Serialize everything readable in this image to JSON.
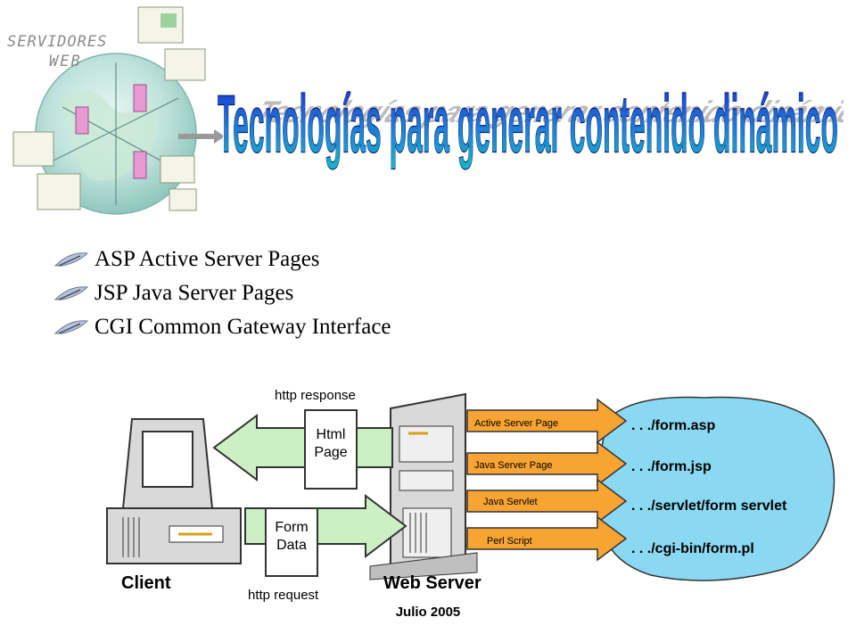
{
  "logo": {
    "line1": "SERVIDORES",
    "line2": "WEB",
    "icon": "globe-network-icon"
  },
  "title": "Tecnologías para generar contenido dinámico",
  "bullets": [
    {
      "text": "ASP Active Server Pages",
      "icon": "feather-bullet-icon"
    },
    {
      "text": "JSP Java Server Pages",
      "icon": "feather-bullet-icon"
    },
    {
      "text": "CGI Common Gateway Interface",
      "icon": "feather-bullet-icon"
    }
  ],
  "diagram": {
    "http_response": "http response",
    "http_request": "http request",
    "html_page": [
      "Html",
      "Page"
    ],
    "form_data": [
      "Form",
      "Data"
    ],
    "client": "Client",
    "web_server": "Web Server",
    "technologies": [
      {
        "label": "Active Server Page",
        "path": ". . ./form.asp"
      },
      {
        "label": "Java Server Page",
        "path": ". . ./form.jsp"
      },
      {
        "label": "Java Servlet",
        "path": ". . ./servlet/form servlet"
      },
      {
        "label": "Perl Script",
        "path": ". . ./cgi-bin/form.pl"
      }
    ],
    "colors": {
      "arrow": "#f7a432",
      "cloud": "#8ad8f2",
      "arrow_green": "#ccefc4",
      "grey": "#d9d9d9"
    }
  },
  "footer": "Julio 2005"
}
